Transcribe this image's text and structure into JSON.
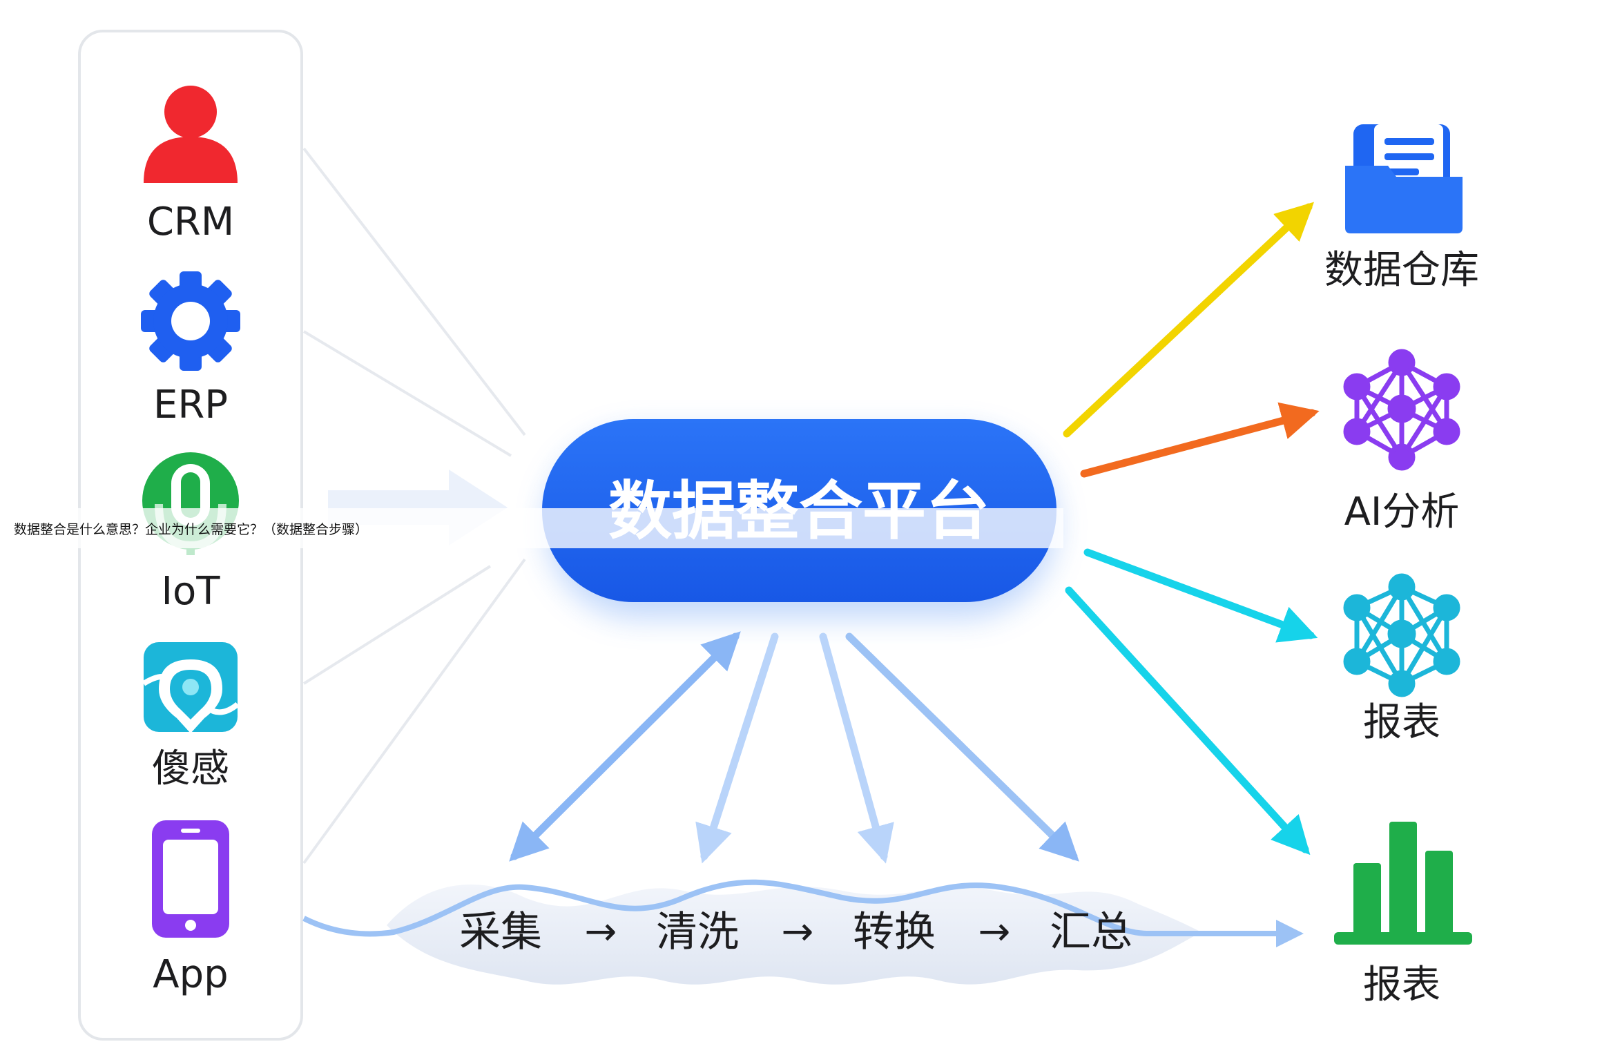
{
  "sources": [
    {
      "label": "CRM",
      "icon": "person-icon",
      "color": "#f0282f"
    },
    {
      "label": "ERP",
      "icon": "gear-icon",
      "color": "#1f5ff0"
    },
    {
      "label": "IoT",
      "icon": "microphone-icon",
      "color": "#1fae4a"
    },
    {
      "label": "傻感",
      "icon": "sensor-bulb-icon",
      "color": "#1cb6d9"
    },
    {
      "label": "App",
      "icon": "phone-icon",
      "color": "#8a3cf0"
    }
  ],
  "hub": {
    "title": "数据整合平台",
    "color": "#1f66f2"
  },
  "pipeline": {
    "steps": [
      "采集",
      "清洗",
      "转换",
      "汇总"
    ],
    "arrow": "→"
  },
  "destinations": [
    {
      "label": "数据仓库",
      "icon": "folder-document-icon",
      "color": "#1f66f2",
      "arrow_color": "#f2d400"
    },
    {
      "label": "AI分析",
      "icon": "neural-network-icon",
      "color": "#8a3cf0",
      "arrow_color": "#f26a1f"
    },
    {
      "label": "报表",
      "icon": "network-graph-icon",
      "color": "#1cb6d9",
      "arrow_color": "#16d3ea"
    },
    {
      "label": "报表",
      "icon": "bar-chart-icon",
      "color": "#1fae4a",
      "arrow_color": "#16d3ea"
    }
  ],
  "caption": "数据整合是什么意思？企业为什么需要它？（数据整合步骤）"
}
